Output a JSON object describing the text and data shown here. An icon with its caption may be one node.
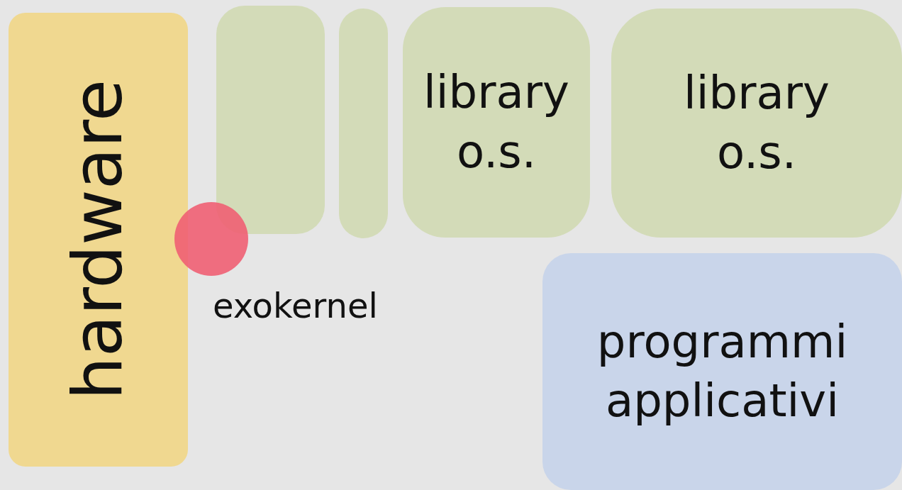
{
  "diagram": {
    "nodes": [
      {
        "text": [
          "hardware"
        ]
      },
      {
        "text": [],
        "shape": "box"
      },
      {
        "text": [],
        "shape": "bar"
      },
      {
        "text": [
          "library o.s."
        ]
      },
      {
        "text": [
          "library o.s."
        ]
      },
      {
        "text": [],
        "shape": "circle",
        "beside": [
          "exokernel"
        ]
      },
      {
        "text": [
          "programmi applicativi"
        ]
      }
    ]
  }
}
